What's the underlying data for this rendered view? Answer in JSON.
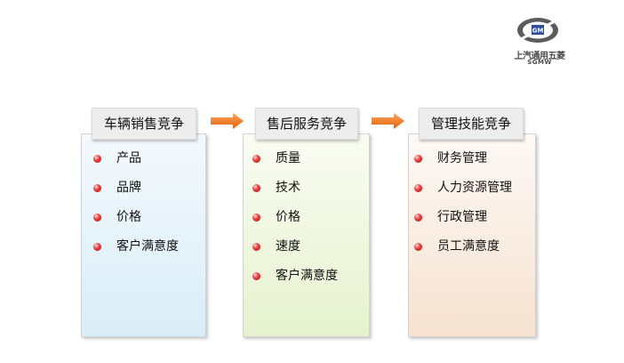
{
  "logo": {
    "badge": "GM",
    "company_cn": "上汽通用五菱",
    "company_en": "SGMW"
  },
  "columns": [
    {
      "title": "车辆销售竞争",
      "items": [
        "产品",
        "品牌",
        "价格",
        "客户满意度"
      ]
    },
    {
      "title": "售后服务竞争",
      "items": [
        "质量",
        "技术",
        "价格",
        "速度",
        "客户满意度"
      ]
    },
    {
      "title": "管理技能竞争",
      "items": [
        "财务管理",
        "人力资源管理",
        "行政管理",
        "员工满意度"
      ]
    }
  ],
  "colors": {
    "arrow": "#f57c22",
    "bullet": "#d32222",
    "panel_1": "#d9edf8",
    "panel_2": "#e6f2ce",
    "panel_3": "#f6e2d0"
  }
}
